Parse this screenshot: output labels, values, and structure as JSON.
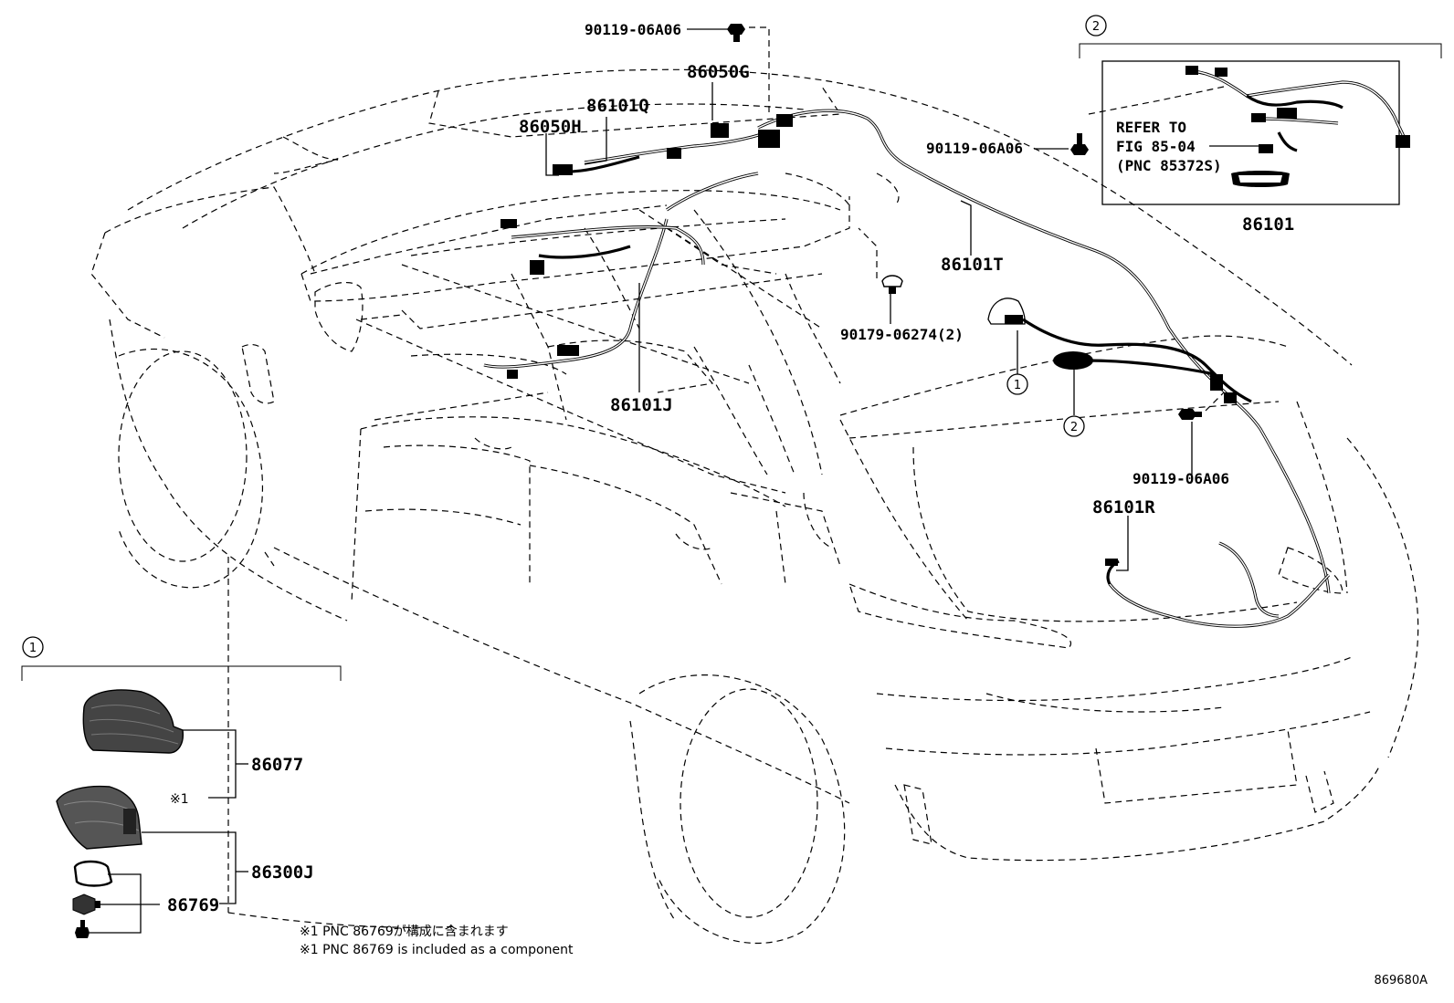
{
  "parts": {
    "bolt_top": "90119-06A06",
    "bracket_g": "86050G",
    "harness_q": "86101Q",
    "bracket_h": "86050H",
    "bolt_right": "90119-06A06",
    "harness_t": "86101T",
    "clip": "90179-06274(2)",
    "harness_j": "86101J",
    "bolt_rear": "90119-06A06",
    "harness_r": "86101R",
    "inset2_assembly": "86101",
    "antenna_cover": "86077",
    "antenna_base": "86300J",
    "gasket_nut": "86769"
  },
  "refer": {
    "line1": "REFER TO",
    "line2": "FIG 85-04",
    "line3": "(PNC 85372S)"
  },
  "callouts": {
    "one": "1",
    "two": "2"
  },
  "mark_note": "※1",
  "notes": {
    "jp": "※1 PNC 86769が構成に含まれます",
    "en": "※1 PNC 86769 is included as a component"
  },
  "illustration_id": "869680A"
}
